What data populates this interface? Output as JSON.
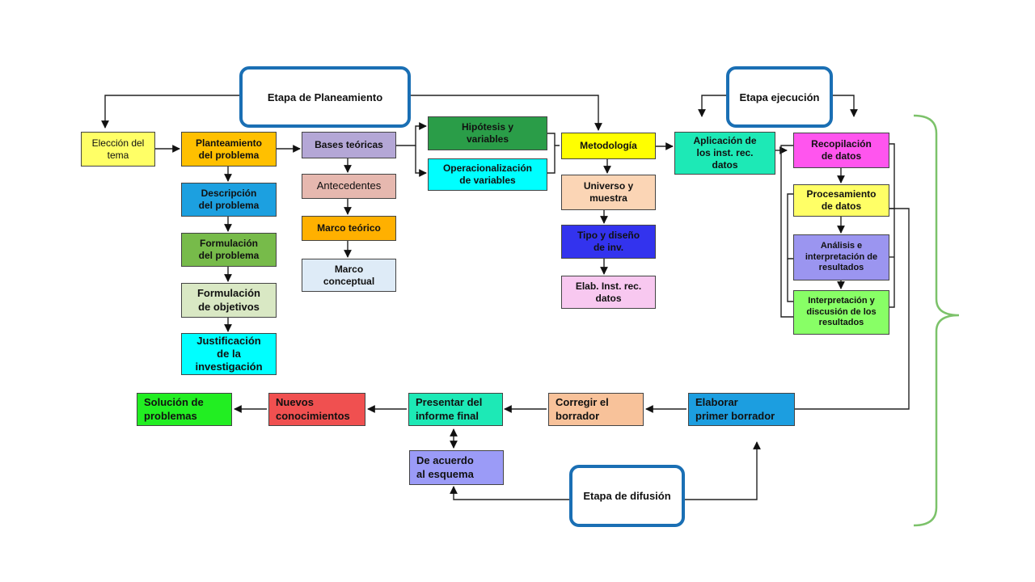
{
  "stages": {
    "planeamiento": "Etapa de Planeamiento",
    "ejecucion": "Etapa ejecución",
    "difusion": "Etapa de difusión"
  },
  "nodes": {
    "eleccion_tema": "Elección del\ntema",
    "planteamiento_problema": "Planteamiento\ndel problema",
    "descripcion_problema": "Descripción\ndel problema",
    "formulacion_problema": "Formulación\ndel problema",
    "formulacion_objetivos": "Formulación\nde objetivos",
    "justificacion": "Justificación\nde la\ninvestigación",
    "bases_teoricas": "Bases teóricas",
    "antecedentes": "Antecedentes",
    "marco_teorico": "Marco teórico",
    "marco_conceptual": "Marco\nconceptual",
    "hipotesis": "Hipótesis  y\nvariables",
    "operacionalizacion": "Operacionalización\nde variables",
    "metodologia": "Metodología",
    "universo_muestra": "Universo y\nmuestra",
    "tipo_diseno": "Tipo  y diseño\nde inv.",
    "elab_inst": "Elab. Inst. rec.\ndatos",
    "aplicacion_inst": "Aplicación de\nlos inst. rec.\ndatos",
    "recopilacion": "Recopilación\nde datos",
    "procesamiento": "Procesamiento\nde datos",
    "analisis": "Análisis e\ninterpretación de\nresultados",
    "interpretacion": "Interpretación y\ndiscusión de los\nresultados",
    "elaborar_borrador": "Elaborar\nprimer  borrador",
    "corregir_borrador": "Corregir     el\nborrador",
    "presentar_informe": "Presentar del\ninforme final",
    "nuevos_conocimientos": "Nuevos\nconocimientos",
    "solucion_problemas": "Solución    de\nproblemas",
    "de_acuerdo_esquema": "De  acuerdo\nal esquema"
  },
  "colors": {
    "stage_border": "#1a6fb4",
    "brace": "#7cc26a"
  }
}
